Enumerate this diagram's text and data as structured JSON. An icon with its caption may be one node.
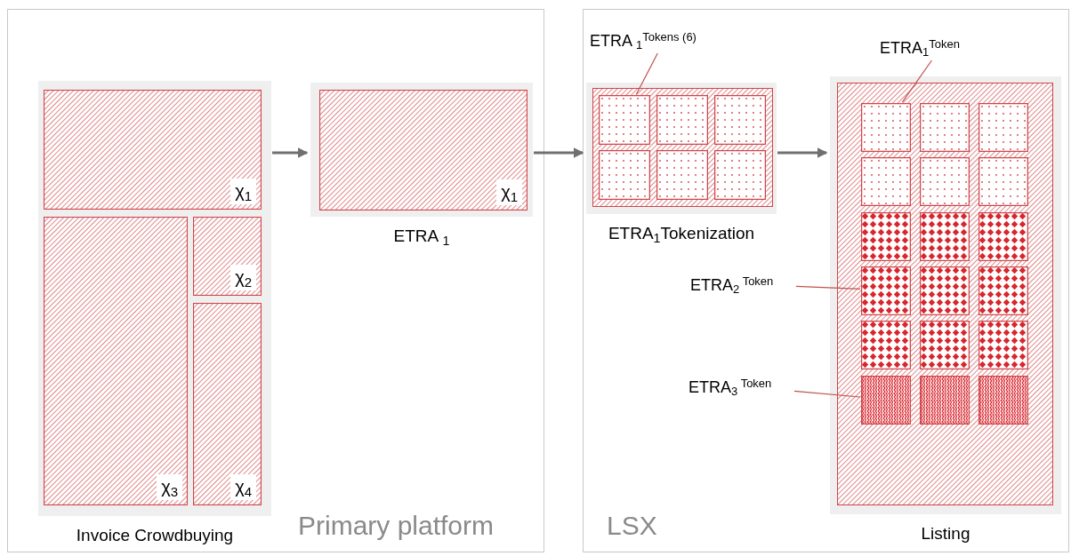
{
  "diagram": {
    "nodes": [
      {
        "text": [
          "Primary platform"
        ]
      },
      {
        "text": [
          "Invoice Crowdbuying"
        ],
        "in": 0
      },
      {
        "text": [
          "χ$_{1}$"
        ],
        "in": 1
      },
      {
        "text": [
          "χ$_{2}$"
        ],
        "in": 1
      },
      {
        "text": [
          "χ$_{3}$"
        ],
        "in": 1
      },
      {
        "text": [
          "χ$_{4}$"
        ],
        "in": 1
      },
      {
        "text": [
          "ETRA $_{1}$"
        ],
        "in": 0
      },
      {
        "text": [
          "χ$_{1}$"
        ],
        "in": 6
      },
      {
        "text": [
          "LSX"
        ]
      },
      {
        "text": [
          "ETRA$_{1}$Tokenization"
        ],
        "in": 8
      },
      {
        "text": [],
        "shape": "box",
        "in": 9
      },
      {
        "text": [],
        "shape": "box",
        "in": 9
      },
      {
        "text": [],
        "shape": "box",
        "in": 9
      },
      {
        "text": [],
        "shape": "box",
        "in": 9
      },
      {
        "text": [],
        "shape": "box",
        "in": 9
      },
      {
        "text": [],
        "shape": "box",
        "in": 9
      },
      {
        "text": [
          "Listing"
        ],
        "in": 8
      },
      {
        "text": [],
        "shape": "box",
        "in": 16
      },
      {
        "text": [],
        "shape": "box",
        "in": 16
      },
      {
        "text": [],
        "shape": "box",
        "in": 16
      },
      {
        "text": [],
        "shape": "box",
        "in": 16
      },
      {
        "text": [],
        "shape": "box",
        "in": 16
      },
      {
        "text": [],
        "shape": "box",
        "in": 16
      },
      {
        "text": [],
        "shape": "box",
        "in": 16
      },
      {
        "text": [],
        "shape": "box",
        "in": 16
      },
      {
        "text": [],
        "shape": "box",
        "in": 16
      },
      {
        "text": [],
        "shape": "box",
        "in": 16
      },
      {
        "text": [],
        "shape": "box",
        "in": 16
      },
      {
        "text": [],
        "shape": "box",
        "in": 16
      },
      {
        "text": [],
        "shape": "box",
        "in": 16
      },
      {
        "text": [],
        "shape": "box",
        "in": 16
      },
      {
        "text": [],
        "shape": "box",
        "in": 16
      },
      {
        "text": [],
        "shape": "box",
        "in": 16
      },
      {
        "text": [],
        "shape": "box",
        "in": 16
      },
      {
        "text": [],
        "shape": "box",
        "in": 16
      },
      {
        "text": [
          "ETRA $_{1}$$^{Tokens  (6)}$"
        ],
        "in": 8
      },
      {
        "text": [
          "ETRA$_{1}$$^{Token}$"
        ],
        "in": 8
      },
      {
        "text": [
          "ETRA$_{2}$$^{ Token}$"
        ],
        "in": 8
      },
      {
        "text": [
          "ETRA$_{3}$$^{ Token}$"
        ],
        "in": 8
      }
    ],
    "edges": [
      {
        "from": 1,
        "to": 6,
        "arrow": "to"
      },
      {
        "from": 6,
        "to": 9,
        "arrow": "to"
      },
      {
        "from": 9,
        "to": 16,
        "arrow": "to"
      },
      {
        "from": 35,
        "to": 10,
        "arrow": "none",
        "color": "#c0504d"
      },
      {
        "from": 36,
        "to": 17,
        "arrow": "none",
        "color": "#c0504d"
      },
      {
        "from": 37,
        "to": 26,
        "arrow": "none",
        "color": "#c0504d"
      },
      {
        "from": 38,
        "to": 32,
        "arrow": "none",
        "color": "#c0504d"
      }
    ]
  }
}
